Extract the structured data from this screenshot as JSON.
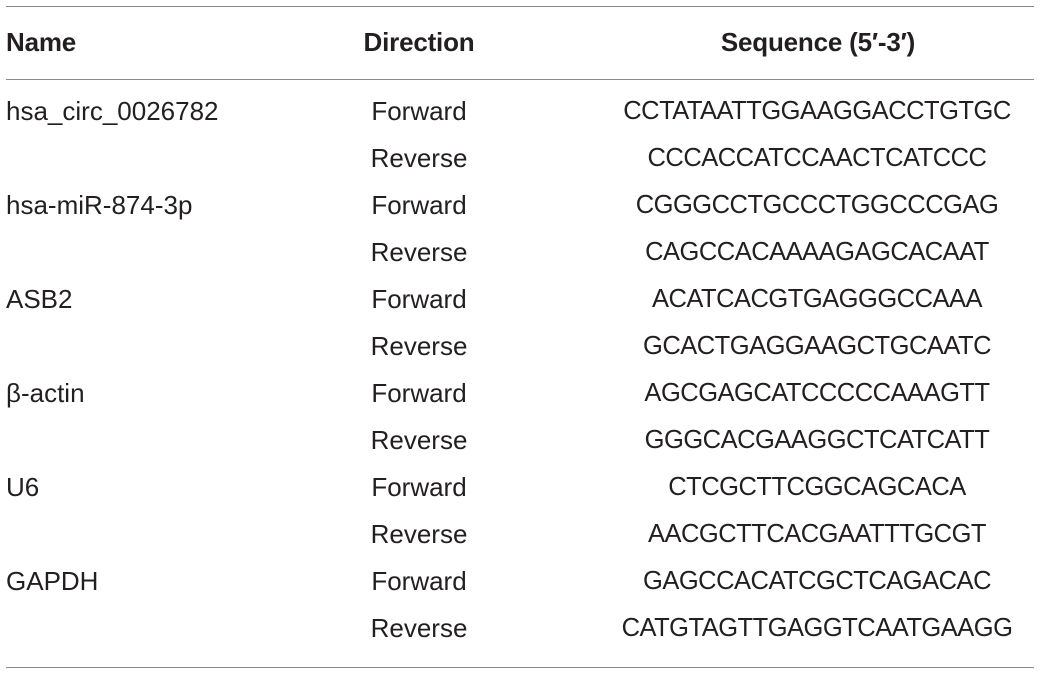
{
  "table": {
    "headers": {
      "name": "Name",
      "direction": "Direction",
      "sequence": "Sequence (5′-3′)"
    },
    "rows": [
      {
        "name": "hsa_circ_0026782",
        "direction": "Forward",
        "sequence": "CCTATAATTGGAAGGACCTGTGC"
      },
      {
        "name": "",
        "direction": "Reverse",
        "sequence": "CCCACCATCCAACTCATCCC"
      },
      {
        "name": "hsa-miR-874-3p",
        "direction": "Forward",
        "sequence": "CGGGCCTGCCCTGGCCCGAG"
      },
      {
        "name": "",
        "direction": "Reverse",
        "sequence": "CAGCCACAAAAGAGCACAAT"
      },
      {
        "name": "ASB2",
        "direction": "Forward",
        "sequence": "ACATCACGTGAGGGCCAAA"
      },
      {
        "name": "",
        "direction": "Reverse",
        "sequence": "GCACTGAGGAAGCTGCAATC"
      },
      {
        "name": "β-actin",
        "direction": "Forward",
        "sequence": "AGCGAGCATCCCCCAAAGTT"
      },
      {
        "name": "",
        "direction": "Reverse",
        "sequence": "GGGCACGAAGGCTCATCATT"
      },
      {
        "name": "U6",
        "direction": "Forward",
        "sequence": "CTCGCTTCGGCAGCACA"
      },
      {
        "name": "",
        "direction": "Reverse",
        "sequence": "AACGCTTCACGAATTTGCGT"
      },
      {
        "name": "GAPDH",
        "direction": "Forward",
        "sequence": "GAGCCACATCGCTCAGACAC"
      },
      {
        "name": "",
        "direction": "Reverse",
        "sequence": "CATGTAGTTGAGGTCAATGAAGG"
      }
    ]
  }
}
